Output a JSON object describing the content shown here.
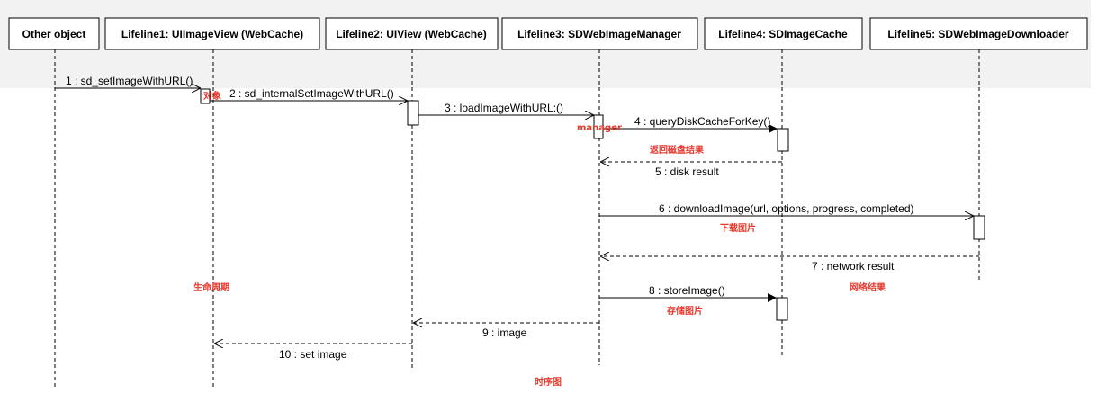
{
  "lifelines": [
    {
      "id": "other",
      "label": "Other object"
    },
    {
      "id": "l1",
      "label": "Lifeline1: UIImageView (WebCache)"
    },
    {
      "id": "l2",
      "label": "Lifeline2: UIView (WebCache)"
    },
    {
      "id": "l3",
      "label": "Lifeline3: SDWebImageManager"
    },
    {
      "id": "l4",
      "label": "Lifeline4: SDImageCache"
    },
    {
      "id": "l5",
      "label": "Lifeline5: SDWebImageDownloader"
    }
  ],
  "messages": [
    {
      "label": "1 : sd_setImageWithURL()",
      "from": "other",
      "to": "l1",
      "kind": "call"
    },
    {
      "label": "2 : sd_internalSetImageWithURL()",
      "from": "l1",
      "to": "l2",
      "kind": "call"
    },
    {
      "label": "3 : loadImageWithURL:()",
      "from": "l2",
      "to": "l3",
      "kind": "call"
    },
    {
      "label": "4 : queryDiskCacheForKey()",
      "from": "l3",
      "to": "l4",
      "kind": "call"
    },
    {
      "label": "5 : disk result",
      "from": "l4",
      "to": "l3",
      "kind": "return"
    },
    {
      "label": "6 : downloadImage(url, options, progress, completed)",
      "from": "l3",
      "to": "l5",
      "kind": "call"
    },
    {
      "label": "7 : network result",
      "from": "l5",
      "to": "l3",
      "kind": "return"
    },
    {
      "label": "8 : storeImage()",
      "from": "l3",
      "to": "l4",
      "kind": "sync"
    },
    {
      "label": "9 : image",
      "from": "l3",
      "to": "l2",
      "kind": "return"
    },
    {
      "label": "10 : set image",
      "from": "l2",
      "to": "l1",
      "kind": "return"
    }
  ],
  "annotations": {
    "duixiang": "对象",
    "manager": "manager",
    "fanhui_cipan": "返回磁盘结果",
    "xiazai_tupian": "下载图片",
    "shengming_zhouqi": "生命周期",
    "wangluo_jieguo": "网络结果",
    "cunchu_tupian": "存储图片",
    "shixutu": "时序图"
  },
  "colors": {
    "line": "#000000",
    "annotation": "#e8382c",
    "activation_fill": "#ffffff"
  }
}
